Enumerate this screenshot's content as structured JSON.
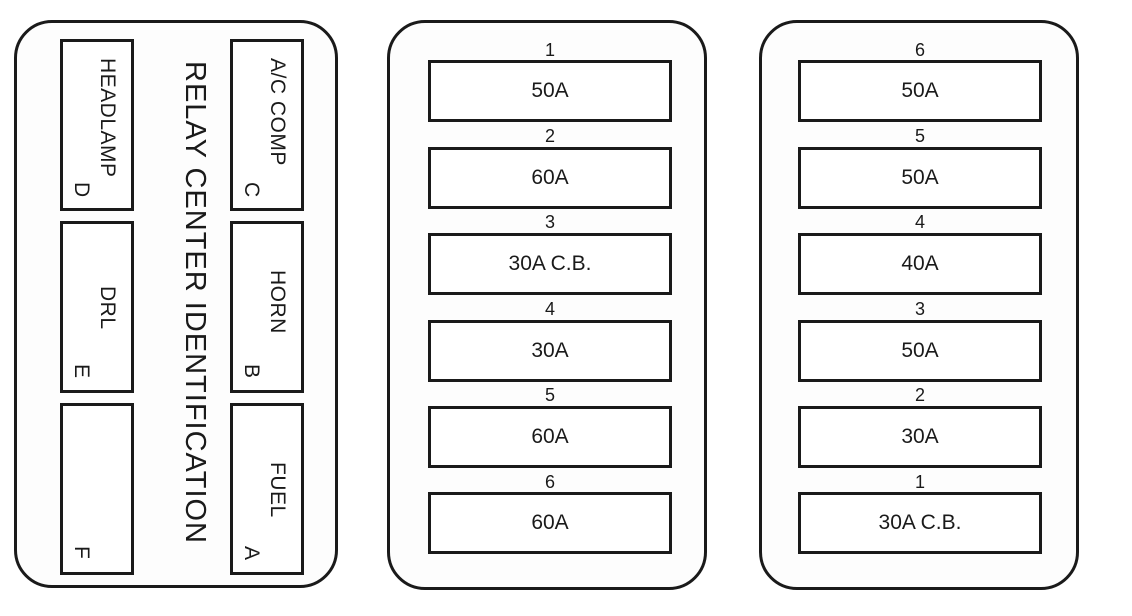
{
  "relay_center": {
    "title": "RELAY CENTER IDENTIFICATION",
    "relays": [
      {
        "name": "HEADLAMP",
        "letter": "D"
      },
      {
        "name": "DRL",
        "letter": "E"
      },
      {
        "name": "",
        "letter": "F"
      },
      {
        "name": "A/C COMP",
        "letter": "C"
      },
      {
        "name": "HORN",
        "letter": "B"
      },
      {
        "name": "FUEL",
        "letter": "A"
      }
    ]
  },
  "fuse_block_1": [
    {
      "number": "1",
      "rating": "50A"
    },
    {
      "number": "2",
      "rating": "60A"
    },
    {
      "number": "3",
      "rating": "30A C.B."
    },
    {
      "number": "4",
      "rating": "30A"
    },
    {
      "number": "5",
      "rating": "60A"
    },
    {
      "number": "6",
      "rating": "60A"
    }
  ],
  "fuse_block_2": [
    {
      "number": "6",
      "rating": "50A"
    },
    {
      "number": "5",
      "rating": "50A"
    },
    {
      "number": "4",
      "rating": "40A"
    },
    {
      "number": "3",
      "rating": "50A"
    },
    {
      "number": "2",
      "rating": "30A"
    },
    {
      "number": "1",
      "rating": "30A C.B."
    }
  ]
}
